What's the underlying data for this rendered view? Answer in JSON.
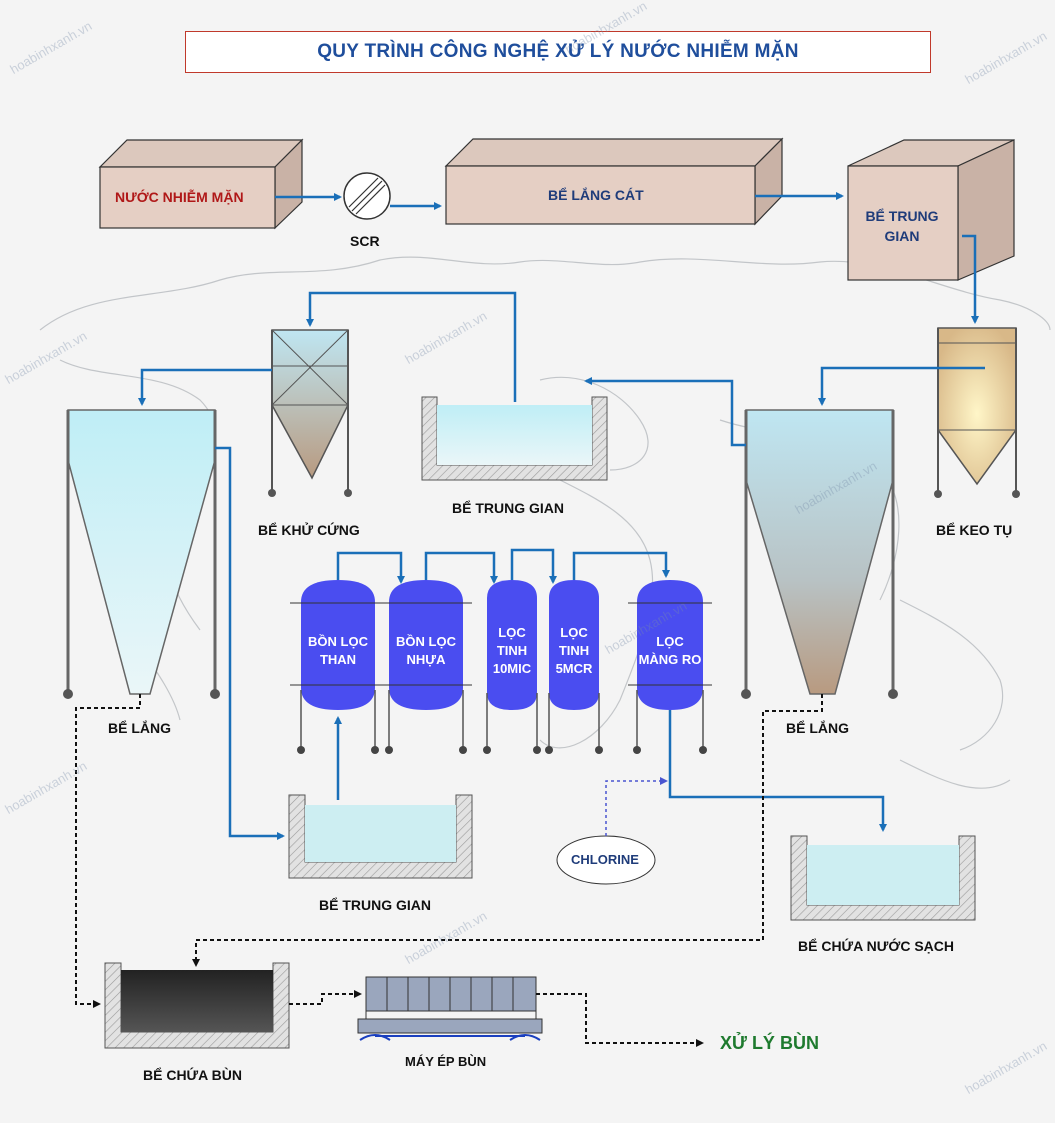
{
  "title": "QUY TRÌNH CÔNG NGHỆ XỬ LÝ NƯỚC NHIỄM MẶN",
  "watermark": "hoabinhxanh.vn",
  "nodes": {
    "raw_water": "NƯỚC NHIỄM MẶN",
    "scr": "SCR",
    "grit_tank": "BỂ LẮNG CÁT",
    "intermediate_top": "BỂ TRUNG GIAN",
    "softening": "BỂ KHỬ CỨNG",
    "intermediate_mid": "BỂ TRUNG GIAN",
    "coagulation": "BỂ KEO TỤ",
    "settling_left": "BỂ LẮNG",
    "settling_right": "BỂ LẮNG",
    "carbon_filter": "BỒN LỌC THAN",
    "resin_filter": "BỒN LỌC NHỰA",
    "fine_filter_10": "LỌC TINH 10MIC",
    "fine_filter_5": "LỌC TINH 5MCR",
    "ro_filter": "LỌC MÀNG RO",
    "intermediate_bottom": "BỂ TRUNG GIAN",
    "chlorine": "CHLORINE",
    "clean_water": "BỂ CHỨA NƯỚC SẠCH",
    "sludge_tank": "BỂ CHỨA BÙN",
    "filter_press": "MÁY ÉP BÙN",
    "sludge_treatment": "XỬ LÝ BÙN"
  },
  "colors": {
    "flow": "#1a6fb8",
    "tank_fill": "#4a4df0",
    "water": "#cdeef2",
    "title_border": "#c0392b",
    "title_text": "#1f4e9c",
    "sludge_text": "#1e7a2e"
  }
}
